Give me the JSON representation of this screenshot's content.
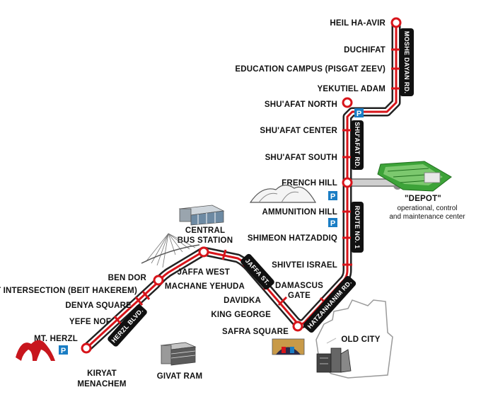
{
  "colors": {
    "line": "#d7141a",
    "track": "#222222",
    "sign": "#111111",
    "parking": "#1a7dc4",
    "depot": "#3da339"
  },
  "stations": {
    "heil_ha_avir": "HEIL HA-AVIR",
    "duchifat": "DUCHIFAT",
    "education_campus": "EDUCATION CAMPUS (PISGAT ZEEV)",
    "yekutiel_adam": "YEKUTIEL ADAM",
    "shuafat_north": "SHU'AFAT NORTH",
    "shuafat_center": "SHU'AFAT CENTER",
    "shuafat_south": "SHU'AFAT SOUTH",
    "french_hill": "FRENCH HILL",
    "ammunition_hill": "AMMUNITION HILL",
    "shimeon_hatzaddiq": "SHIMEON HATZADDIQ",
    "shivtei_israel": "SHIVTEI ISRAEL",
    "damascus_gate_1": "DAMASCUS",
    "damascus_gate_2": "GATE",
    "safra_square": "SAFRA SQUARE",
    "king_george": "KING GEORGE",
    "davidka": "DAVIDKA",
    "machane_yehuda": "MACHANE YEHUDA",
    "jaffa_west": "JAFFA WEST",
    "central_bus_1": "CENTRAL",
    "central_bus_2": "BUS STATION",
    "ben_dor": "BEN DOR",
    "haft_intersection": "HAFT INTERSECTION (BEIT HAKEREM)",
    "denya_square": "DENYA SQUARE",
    "yefe_nof": "YEFE NOF",
    "mt_herzl": "MT. HERZL",
    "kiryat_menachem_1": "KIRYAT",
    "kiryat_menachem_2": "MENACHEM"
  },
  "roads": {
    "moshe_dayan": "MOSHE DAYAN RD.",
    "shuafat_rd": "SHU'AFAT RD.",
    "route_1": "ROUTE NO. 1",
    "hatzanhanim": "HATZANHANIM RD.",
    "jaffa_st": "JAFFA ST.",
    "herzl_blvd": "HERZL BLVD."
  },
  "places": {
    "depot_title": "\"DEPOT\"",
    "depot_line1": "operational, control",
    "depot_line2": "and maintenance center",
    "old_city": "OLD CITY",
    "givat_ram": "GIVAT RAM"
  },
  "parking_symbol": "P"
}
